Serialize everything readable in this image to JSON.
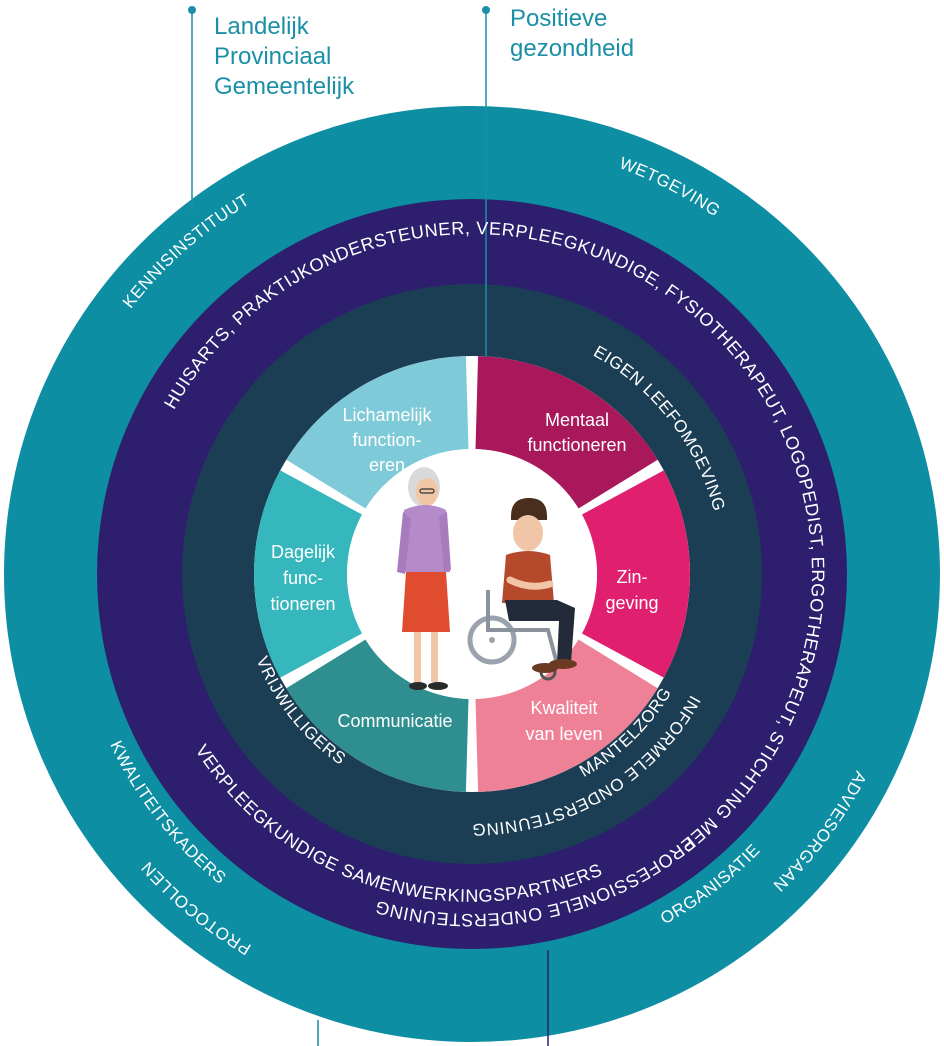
{
  "callouts": {
    "levels": [
      "Landelijk",
      "Provinciaal",
      "Gemeentelijk"
    ],
    "health": [
      "Positieve",
      "gezondheid"
    ]
  },
  "outer_ring": {
    "labels": {
      "wetgeving": "WETGEVING",
      "adviesorgaan": "ADVIESORGAAN",
      "kennisinstituut": "KENNISINSTITUUT",
      "protocollen": "PROTOCOLLEN",
      "kwaliteitskaders": "KWALITEITSKADERS",
      "organisatie": "ORGANISATIE"
    }
  },
  "professional_ring": {
    "labels": {
      "top": "HUISARTS, PRAKTIJKONDERSTEUNER, VERPLEEGKUNDIGE, FYSIOTHERAPEUT, LOGOPEDIST, ERGOTHERAPEUT, STICHTING MEE",
      "right": "PROFESSIONELE ONDERSTEUNING",
      "bottom": "VERPLEEGKUNDIGE SAMENWERKINGSPARTNERS"
    }
  },
  "informal_ring": {
    "labels": {
      "leefomgeving": "EIGEN LEEFOMGEVING",
      "informele": "INFORMELE ONDERSTEUNING",
      "mantelzorg": "MANTELZORG",
      "vrijwilligers": "VRIJWILLIGERS"
    }
  },
  "segments": {
    "lichamelijk": [
      "Lichamelijk",
      "function-",
      "eren"
    ],
    "mentaal": [
      "Mentaal",
      "functioneren"
    ],
    "zingeving": [
      "Zin-",
      "geving"
    ],
    "kwaliteit": [
      "Kwaliteit",
      "van leven"
    ],
    "communicatie": [
      "Communicatie"
    ],
    "dagelijk": [
      "Dagelijk",
      "func-",
      "tioneren"
    ]
  },
  "colors": {
    "outer": "#0e8ea3",
    "professional": "#2d1f6e",
    "informal": "#1c3e55",
    "lichamelijk": "#7ecad8",
    "mentaal": "#a8185a",
    "zingeving": "#e0206e",
    "kwaliteit": "#ef8197",
    "communicatie": "#2f8e90",
    "dagelijk": "#35b7bd"
  }
}
